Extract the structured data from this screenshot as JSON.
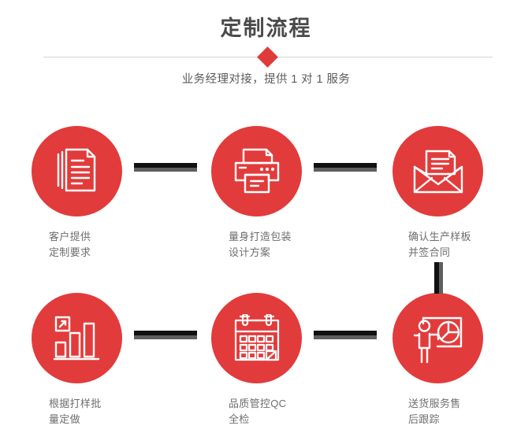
{
  "header": {
    "title": "定制流程",
    "subtitle": "业务经理对接，提供 1 对 1 服务",
    "divider_icon": "red-diamond"
  },
  "theme": {
    "accent_red": "#e23b3b",
    "title_gray": "#4a4a4a",
    "label_gray": "#6e6e6e",
    "divider_gray": "#d4d4d4",
    "connector_dark": "#101010",
    "connector_gray": "#5e5e5e",
    "background": "#ffffff"
  },
  "steps": [
    {
      "index": 1,
      "icon": "documents-stack-icon",
      "label": "客户提供\n定制要求"
    },
    {
      "index": 2,
      "icon": "printer-icon",
      "label": "量身打造包装\n设计方案"
    },
    {
      "index": 3,
      "icon": "envelope-letter-icon",
      "label": "确认生产样板\n并签合同"
    },
    {
      "index": 4,
      "icon": "bar-chart-growth-icon",
      "label": "根据打样批\n量定做"
    },
    {
      "index": 5,
      "icon": "calendar-check-icon",
      "label": "品质管控QC\n全检"
    },
    {
      "index": 6,
      "icon": "presentation-pie-chart-icon",
      "label": "送货服务售\n后跟踪"
    }
  ],
  "connectors": [
    {
      "name": "connector-step1-step2",
      "orientation": "horizontal"
    },
    {
      "name": "connector-step2-step3",
      "orientation": "horizontal"
    },
    {
      "name": "connector-step4-step5",
      "orientation": "horizontal"
    },
    {
      "name": "connector-step5-step6",
      "orientation": "horizontal"
    },
    {
      "name": "connector-step3-step6",
      "orientation": "vertical"
    }
  ]
}
